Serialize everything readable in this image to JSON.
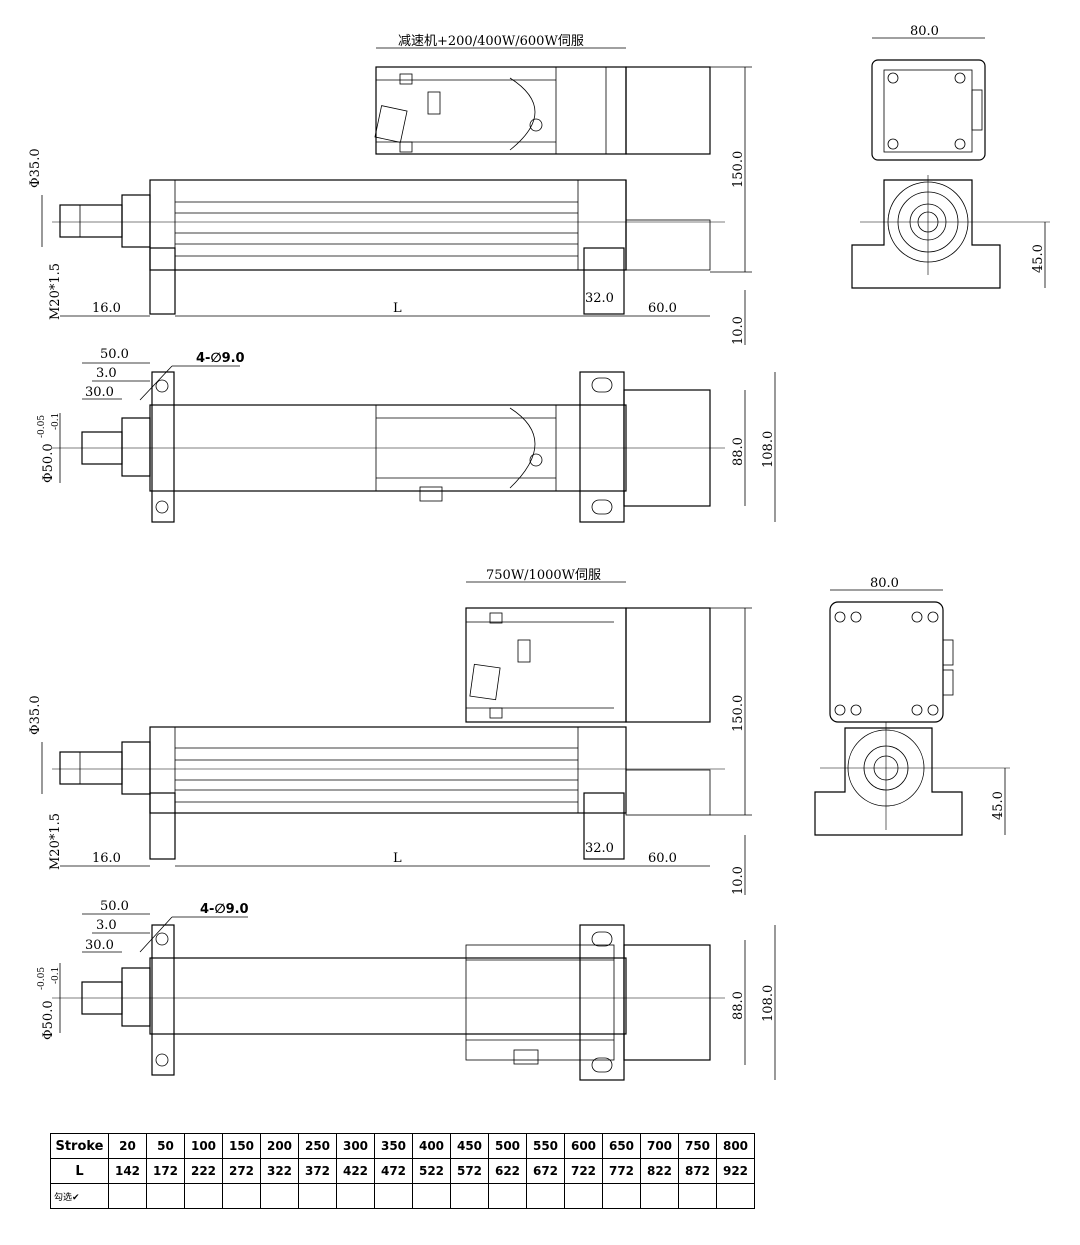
{
  "drawing1": {
    "motor_label": "减速机+200/400W/600W伺服",
    "side_width": "80.0",
    "height": "150.0",
    "center_height": "45.0",
    "base_thickness": "10.0",
    "rod_dia": "Φ35.0",
    "thread": "M20*1.5",
    "rod_len": "16.0",
    "length": "L",
    "foot": "32.0",
    "motor_len": "60.0",
    "flange_50": "50.0",
    "flange_3": "3.0",
    "flange_30": "30.0",
    "holes": "4-∅9.0",
    "tube_dia": "Φ50.0",
    "tol_up": "-0.05",
    "tol_dn": "-0.1",
    "width_88": "88.0",
    "width_108": "108.0"
  },
  "drawing2": {
    "motor_label": "750W/1000W伺服",
    "side_width": "80.0",
    "height": "150.0",
    "center_height": "45.0",
    "base_thickness": "10.0",
    "rod_dia": "Φ35.0",
    "thread": "M20*1.5",
    "rod_len": "16.0",
    "length": "L",
    "foot": "32.0",
    "motor_len": "60.0",
    "flange_50": "50.0",
    "flange_3": "3.0",
    "flange_30": "30.0",
    "holes": "4-∅9.0",
    "tube_dia": "Φ50.0",
    "tol_up": "-0.05",
    "tol_dn": "-0.1",
    "width_88": "88.0",
    "width_108": "108.0"
  },
  "table": {
    "header_label": "Stroke",
    "strokes": [
      "20",
      "50",
      "100",
      "150",
      "200",
      "250",
      "300",
      "350",
      "400",
      "450",
      "500",
      "550",
      "600",
      "650",
      "700",
      "750",
      "800"
    ],
    "l_label": "L",
    "lengths": [
      "142",
      "172",
      "222",
      "272",
      "322",
      "372",
      "422",
      "472",
      "522",
      "572",
      "622",
      "672",
      "722",
      "772",
      "822",
      "872",
      "922"
    ],
    "select_label": "勾选✔"
  }
}
